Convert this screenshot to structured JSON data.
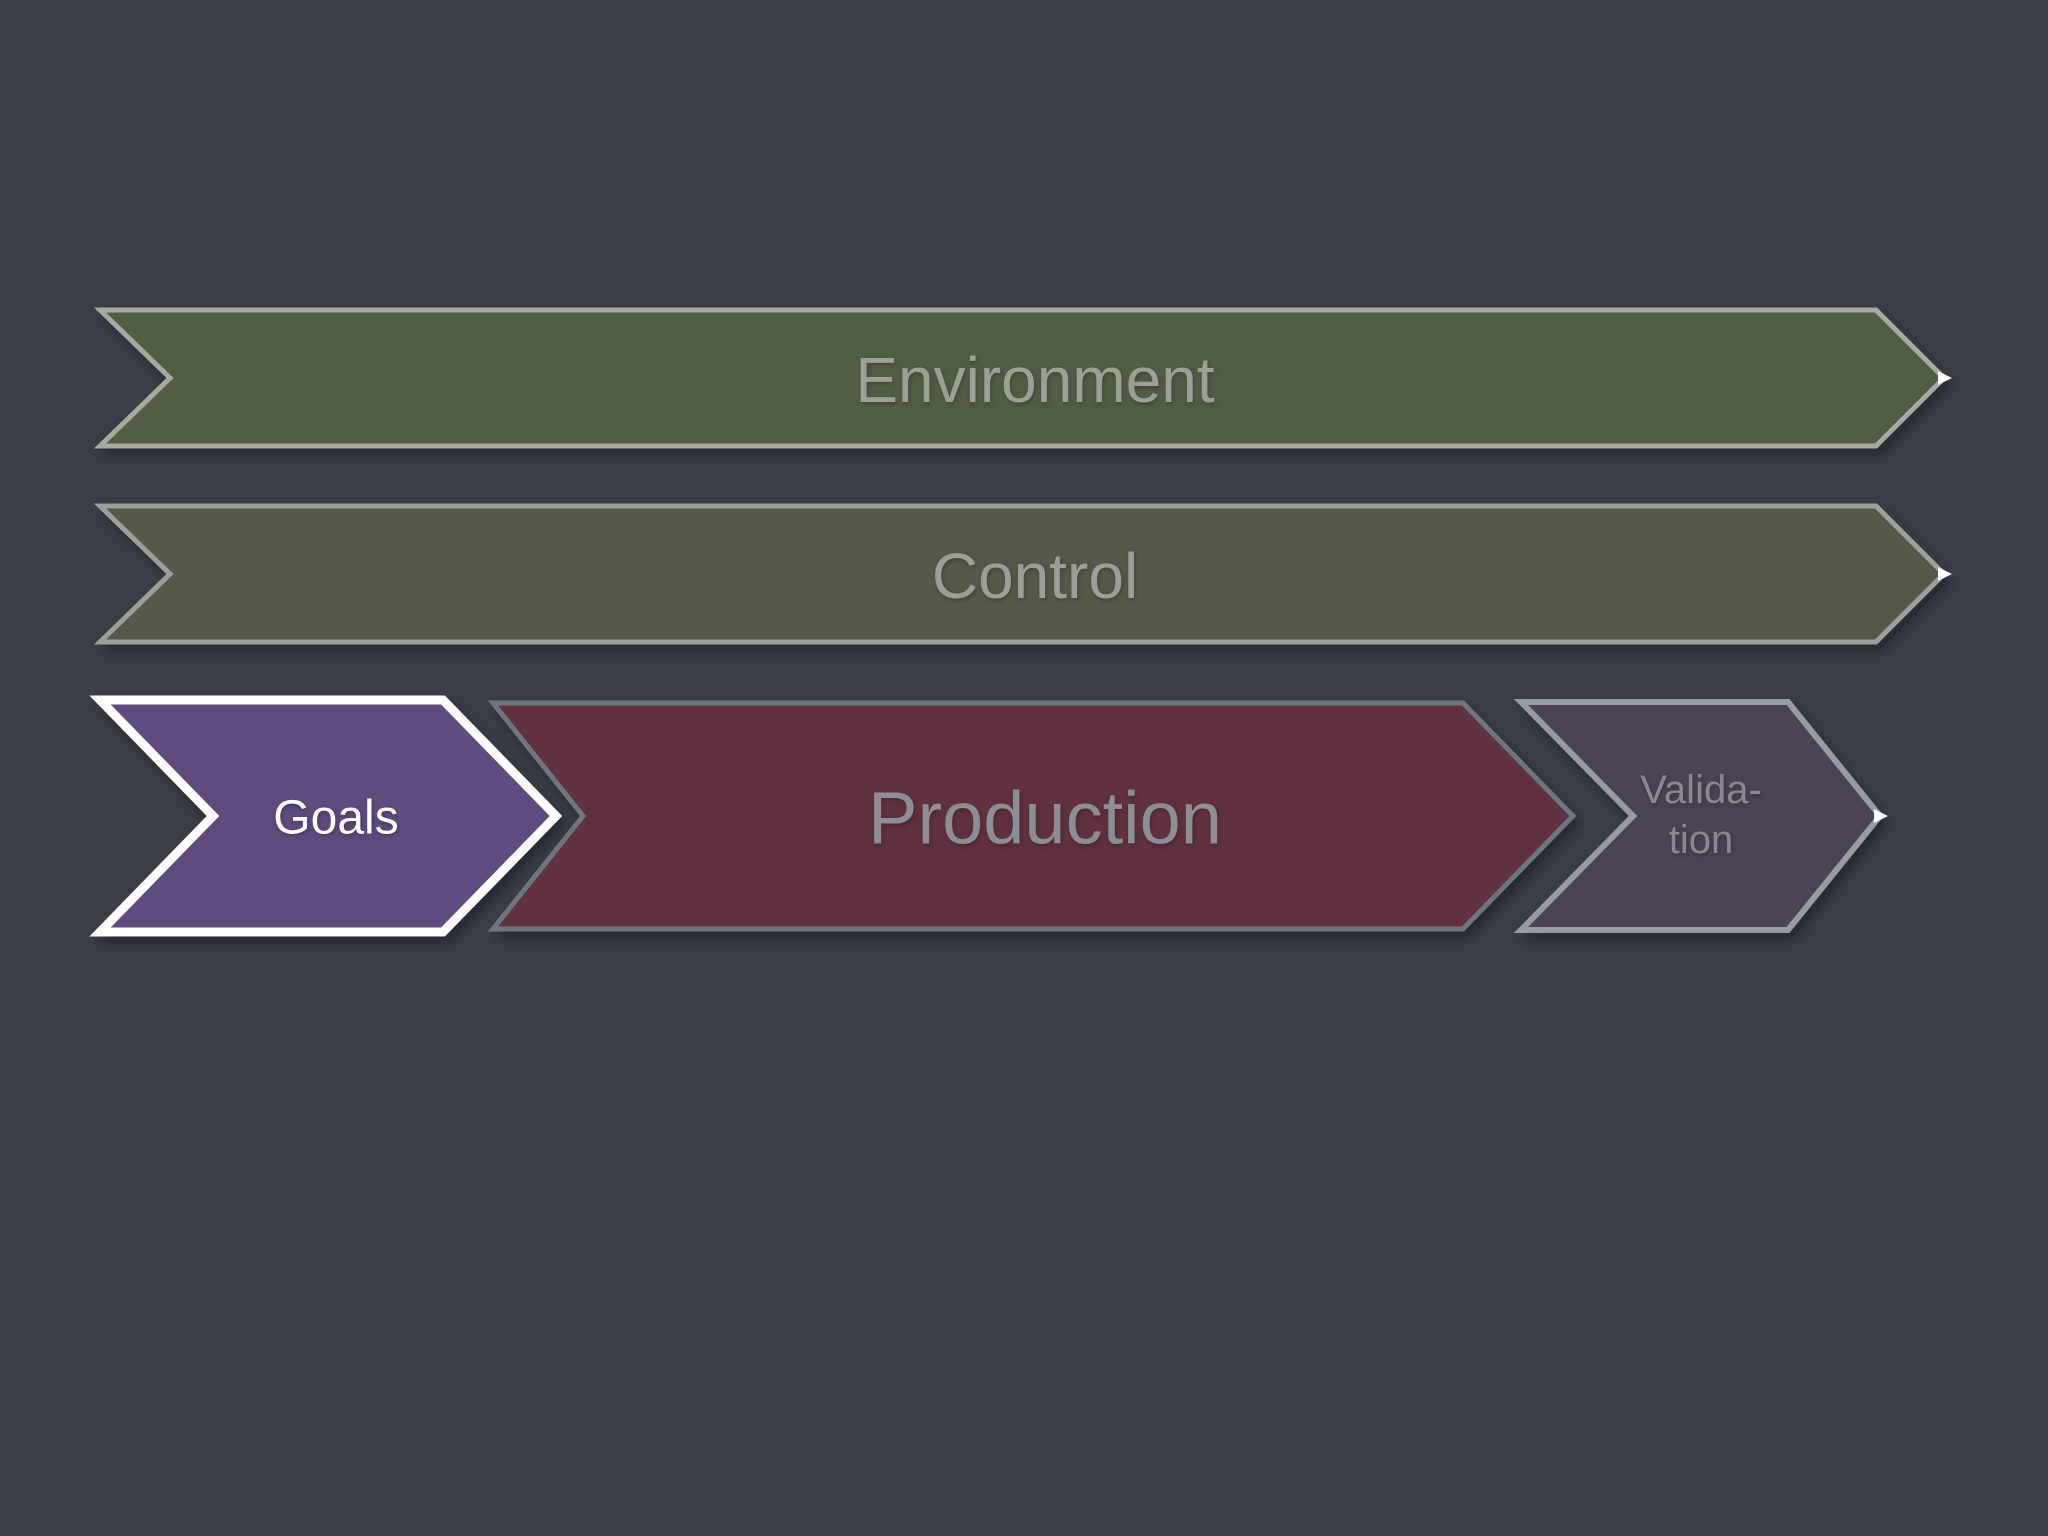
{
  "slide": {
    "background": "#3a3f47",
    "description": "process-flow chevron diagram slide"
  },
  "shapes": {
    "environment": {
      "label": "Environment",
      "fill": "#525d45",
      "stroke": "#a5aba1",
      "text_color": "#99a295"
    },
    "control": {
      "label": "Control",
      "fill": "#565849",
      "stroke": "#9ba09b",
      "text_color": "#9b9e99"
    },
    "goals": {
      "label": "Goals",
      "fill": "#5f4b7e",
      "stroke": "#ffffff",
      "text_color": "#ffffff"
    },
    "production": {
      "label": "Production",
      "fill": "#60313f",
      "stroke": "#70767d",
      "text_color": "#8e8d95"
    },
    "validation": {
      "label_line1": "Valida-",
      "label_line2": "tion",
      "fill": "#4a4354",
      "stroke": "#959ca4",
      "text_color": "#8b8894"
    },
    "tip_highlight_color": "#ffffff"
  }
}
